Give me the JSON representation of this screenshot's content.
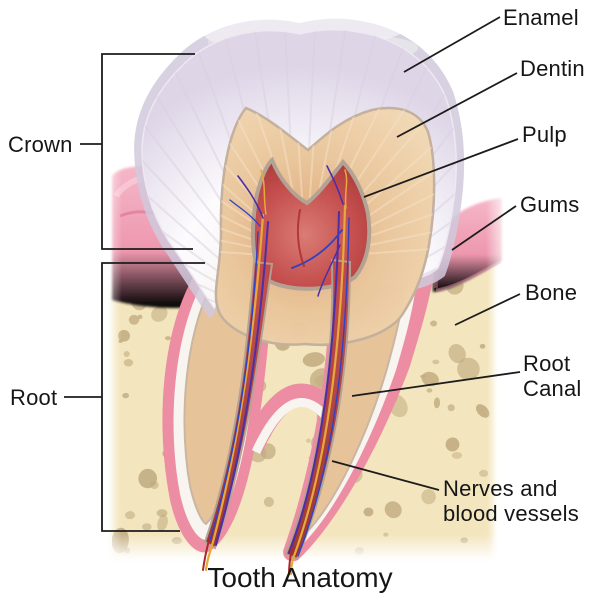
{
  "figure": {
    "title": "Tooth Anatomy",
    "labels": {
      "enamel": "Enamel",
      "dentin": "Dentin",
      "pulp": "Pulp",
      "gums": "Gums",
      "bone": "Bone",
      "root_canal": "Root Canal",
      "nerves": "Nerves and blood vessels",
      "crown": "Crown",
      "root": "Root"
    },
    "colors": {
      "enamel_white": "#fbfafd",
      "enamel_edge_tint": "#ded5e7",
      "outer_enamel_cap": "#d0c9dc",
      "dentin": "#eac79c",
      "pulp_red": "#c44c4c",
      "root_canal_red": "#b84040",
      "gums_pink": "#ee97ae",
      "periodontal_white": "#f8f5f1",
      "bone_cream": "#f3e5bd",
      "bone_pores": "#bfa97e",
      "nerve_yellow": "#e8a93c",
      "nerve_purple": "#4b2fa6",
      "nerve_blue": "#2f42c4",
      "vessel_red": "#a82a2a",
      "leader_line": "#1c1c1c"
    }
  }
}
